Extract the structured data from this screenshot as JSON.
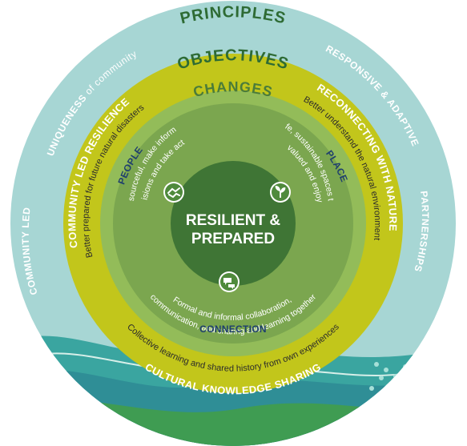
{
  "colors": {
    "outer_ring": "#a7d6d4",
    "objectives_ring": "#c2c61b",
    "changes_ring": "#93bc59",
    "core_area": "#6c9d45",
    "centre": "#3f7535",
    "wave_blue": "#2f8e96",
    "wave_green": "#3f9c52",
    "white": "#ffffff",
    "dark_green": "#2e6b34",
    "dark_blue": "#1f3f6e",
    "objective_heading": "#ffffff",
    "objective_text": "#2b2b2b"
  },
  "ring_titles": {
    "principles": "PRINCIPLES",
    "objectives": "OBJECTIVES",
    "changes": "CHANGES"
  },
  "principles": {
    "uniqueness_bold": "UNIQUENESS",
    "uniqueness_rest": " of community",
    "responsive": "RESPONSIVE & ADAPTIVE",
    "community_led": "COMMUNITY LED",
    "partnerships": "PARTNERSHIPS"
  },
  "objectives": {
    "community_resilience_title": "COMMUNITY LED RESILIENCE",
    "community_resilience_text": "Better prepared for future natural disasters",
    "reconnecting_title": "RECONNECTING WITH NATURE",
    "reconnecting_text": "Better understand the natural environment",
    "cultural_title": "CULTURAL KNOWLEDGE SHARING",
    "cultural_text": "Collective learning and shared history from own experiences"
  },
  "changes": {
    "people_title": "PEOPLE",
    "people_line1": "Resourceful, make informed",
    "people_line2": "decisions and take action",
    "place_title": "PLACE",
    "place_line1": "Safe, sustainable spaces that",
    "place_line2": "are valued and enjoyed",
    "connection_title": "CONNECTION",
    "connection_line1": "Formal and informal collaboration,",
    "connection_line2": "communication, and sharing and learning together"
  },
  "centre": {
    "line1": "RESILIENT &",
    "line2": "PREPARED"
  },
  "icons": {
    "people": "handshake-icon",
    "place": "plant-leaves-icon",
    "connection": "speech-bubbles-icon"
  }
}
